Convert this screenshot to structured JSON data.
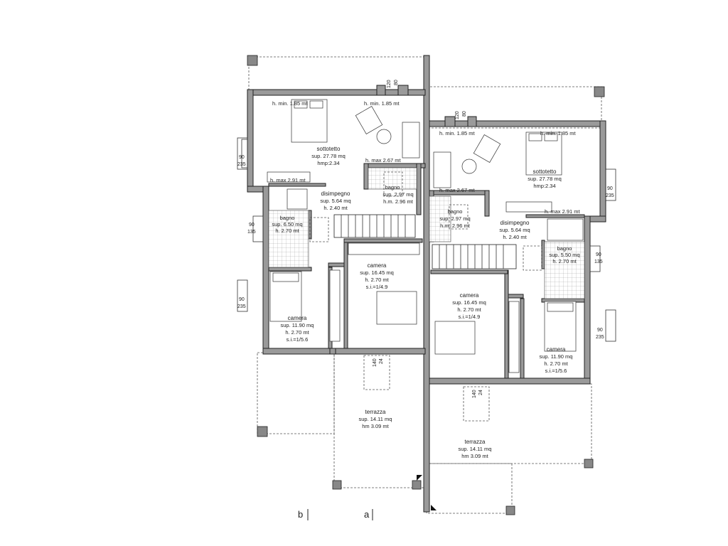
{
  "left_unit": {
    "h_min_left": "h. min. 1.85 mt",
    "h_min_right": "h. min. 1.85 mt",
    "sottotetto": {
      "name": "sottotetto",
      "sup": "sup. 27.78 mq",
      "h": "hmp:2.34"
    },
    "h_max_a": "h. max 2.67 mt",
    "h_max_b": "h. max 2.91 mt",
    "bagno_small": {
      "name": "bagno",
      "sup": "sup. 2.97 mq",
      "h": "h.m. 2.96 mt"
    },
    "disimpegno": {
      "name": "disimpegno",
      "sup": "sup. 5.64 mq",
      "h": "h.    2.40 mt"
    },
    "bagno": {
      "name": "bagno",
      "sup": "sup. 6.50 mq",
      "h": "h.    2.70 mt"
    },
    "camera_big": {
      "name": "camera",
      "sup": "sup. 16.45 mq",
      "h": "h. 2.70 mt",
      "si": "s.i.=1/4.9"
    },
    "camera_small": {
      "name": "camera",
      "sup": "sup. 11.90 mq",
      "h": "h. 2.70 mt",
      "si": "s.i.=1/5.6"
    },
    "terrazza": {
      "name": "terrazza",
      "sup": "sup. 14.11 mq",
      "h": "hm 3.09 mt"
    }
  },
  "right_unit": {
    "h_min_left": "h. min. 1.85 mt",
    "h_min_right": "h. min. 1.85 mt",
    "sottotetto": {
      "name": "sottotetto",
      "sup": "sup. 27.78 mq",
      "h": "hmp:2.34"
    },
    "h_max_a": "h. max 2.67 mt",
    "h_max_b": "h. max 2.91 mt",
    "bagno_small": {
      "name": "bagno",
      "sup": "sup. 2.97 mq",
      "h": "h.m. 2.96 mt"
    },
    "disimpegno": {
      "name": "disimpegno",
      "sup": "sup. 5.64 mq",
      "h": "h.    2.40 mt"
    },
    "bagno": {
      "name": "bagno",
      "sup": "sup. 5.50 mq",
      "h": "h.    2.70 mt"
    },
    "camera_big": {
      "name": "camera",
      "sup": "sup. 16.45 mq",
      "h": "h. 2.70 mt",
      "si": "s.i.=1/4.9"
    },
    "camera_small": {
      "name": "camera",
      "sup": "sup. 11.90 mq",
      "h": "h. 2.70 mt",
      "si": "s.i.=1/5.6"
    },
    "terrazza": {
      "name": "terrazza",
      "sup": "sup. 14.11 mq",
      "h": "hm 3.09 mt"
    }
  },
  "dims": {
    "w90": "90",
    "w235": "235",
    "w135": "135",
    "w120": "120",
    "w80": "80",
    "w140": "140",
    "w24": "24"
  },
  "section_marks": {
    "b": "b",
    "a": "a"
  }
}
